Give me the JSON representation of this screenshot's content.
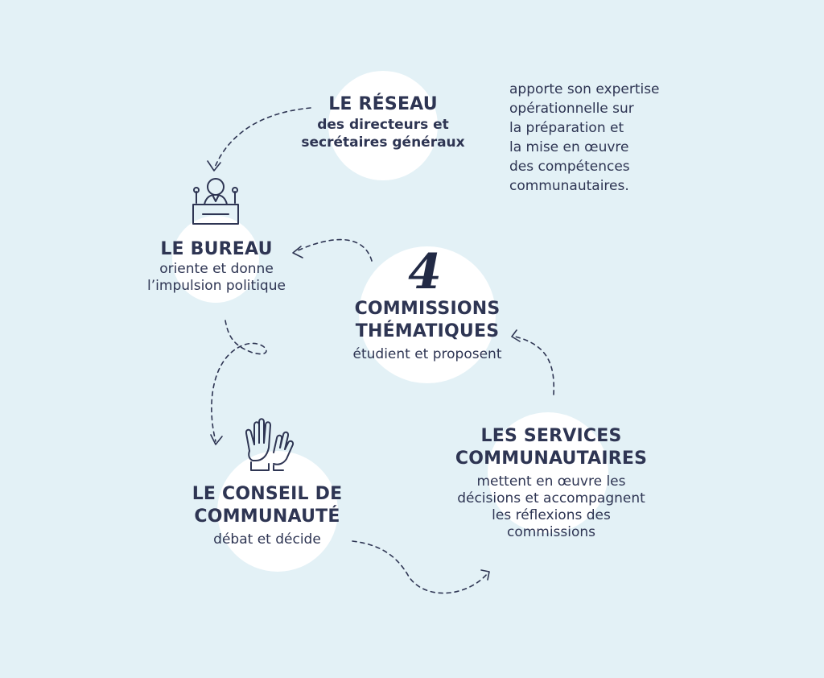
{
  "colors": {
    "background": "#e3f1f6",
    "circle": "#ffffff",
    "text": "#2e3553"
  },
  "reseau": {
    "title": "LE RÉSEAU",
    "sub_line1": "des directeurs et",
    "sub_line2": "secrétaires généraux",
    "description": [
      "apporte son expertise",
      "opérationnelle sur",
      "la préparation et",
      "la mise en œuvre",
      "des compétences",
      "communautaires."
    ]
  },
  "bureau": {
    "icon": "speaker-at-podium-icon",
    "title": "LE BUREAU",
    "sub_line1": "oriente et donne",
    "sub_line2": "l’impulsion politique"
  },
  "commissions": {
    "number": "4",
    "title_line1": "COMMISSIONS",
    "title_line2": "THÉMATIQUES",
    "sub": "étudient et proposent"
  },
  "conseil": {
    "icon": "raised-hands-vote-icon",
    "title_line1": "LE CONSEIL DE",
    "title_line2": "COMMUNAUTÉ",
    "sub": "débat et décide"
  },
  "services": {
    "title_line1": "LES SERVICES",
    "title_line2": "COMMUNAUTAIRES",
    "sub_line1": "mettent en œuvre les",
    "sub_line2": "décisions et accompagnent",
    "sub_line3": "les réflexions des",
    "sub_line4": "commissions"
  }
}
